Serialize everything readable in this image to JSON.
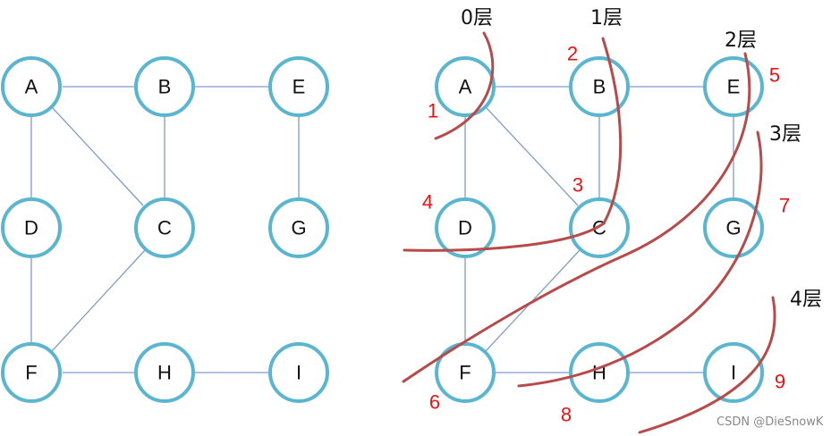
{
  "colors": {
    "node_stroke": "#5ab6d0",
    "edge": "#7f9bd0",
    "curve": "#b84a4a",
    "order_text": "#ee1111"
  },
  "graph": {
    "nodes": [
      "A",
      "B",
      "E",
      "D",
      "C",
      "G",
      "F",
      "H",
      "I"
    ],
    "edges": [
      [
        "A",
        "B"
      ],
      [
        "B",
        "E"
      ],
      [
        "A",
        "D"
      ],
      [
        "A",
        "C"
      ],
      [
        "B",
        "C"
      ],
      [
        "E",
        "G"
      ],
      [
        "D",
        "F"
      ],
      [
        "C",
        "F"
      ],
      [
        "F",
        "H"
      ],
      [
        "H",
        "I"
      ]
    ]
  },
  "left_graph": {
    "nodes": [
      {
        "id": "A",
        "label": "A"
      },
      {
        "id": "B",
        "label": "B"
      },
      {
        "id": "E",
        "label": "E"
      },
      {
        "id": "D",
        "label": "D"
      },
      {
        "id": "C",
        "label": "C"
      },
      {
        "id": "G",
        "label": "G"
      },
      {
        "id": "F",
        "label": "F"
      },
      {
        "id": "H",
        "label": "H"
      },
      {
        "id": "I",
        "label": "I"
      }
    ]
  },
  "right_graph": {
    "nodes": [
      {
        "id": "A",
        "label": "A"
      },
      {
        "id": "B",
        "label": "B"
      },
      {
        "id": "E",
        "label": "E"
      },
      {
        "id": "D",
        "label": "D"
      },
      {
        "id": "C",
        "label": "C"
      },
      {
        "id": "G",
        "label": "G"
      },
      {
        "id": "F",
        "label": "F"
      },
      {
        "id": "H",
        "label": "H"
      },
      {
        "id": "I",
        "label": "I"
      }
    ],
    "levels": [
      {
        "label": "0层"
      },
      {
        "label": "1层"
      },
      {
        "label": "2层"
      },
      {
        "label": "3层"
      },
      {
        "label": "4层"
      }
    ],
    "visit_order": [
      {
        "node": "A",
        "order": "1"
      },
      {
        "node": "B",
        "order": "2"
      },
      {
        "node": "C",
        "order": "3"
      },
      {
        "node": "D",
        "order": "4"
      },
      {
        "node": "E",
        "order": "5"
      },
      {
        "node": "F",
        "order": "6"
      },
      {
        "node": "G",
        "order": "7"
      },
      {
        "node": "H",
        "order": "8"
      },
      {
        "node": "I",
        "order": "9"
      }
    ]
  },
  "watermark": "CSDN @DieSnowK"
}
